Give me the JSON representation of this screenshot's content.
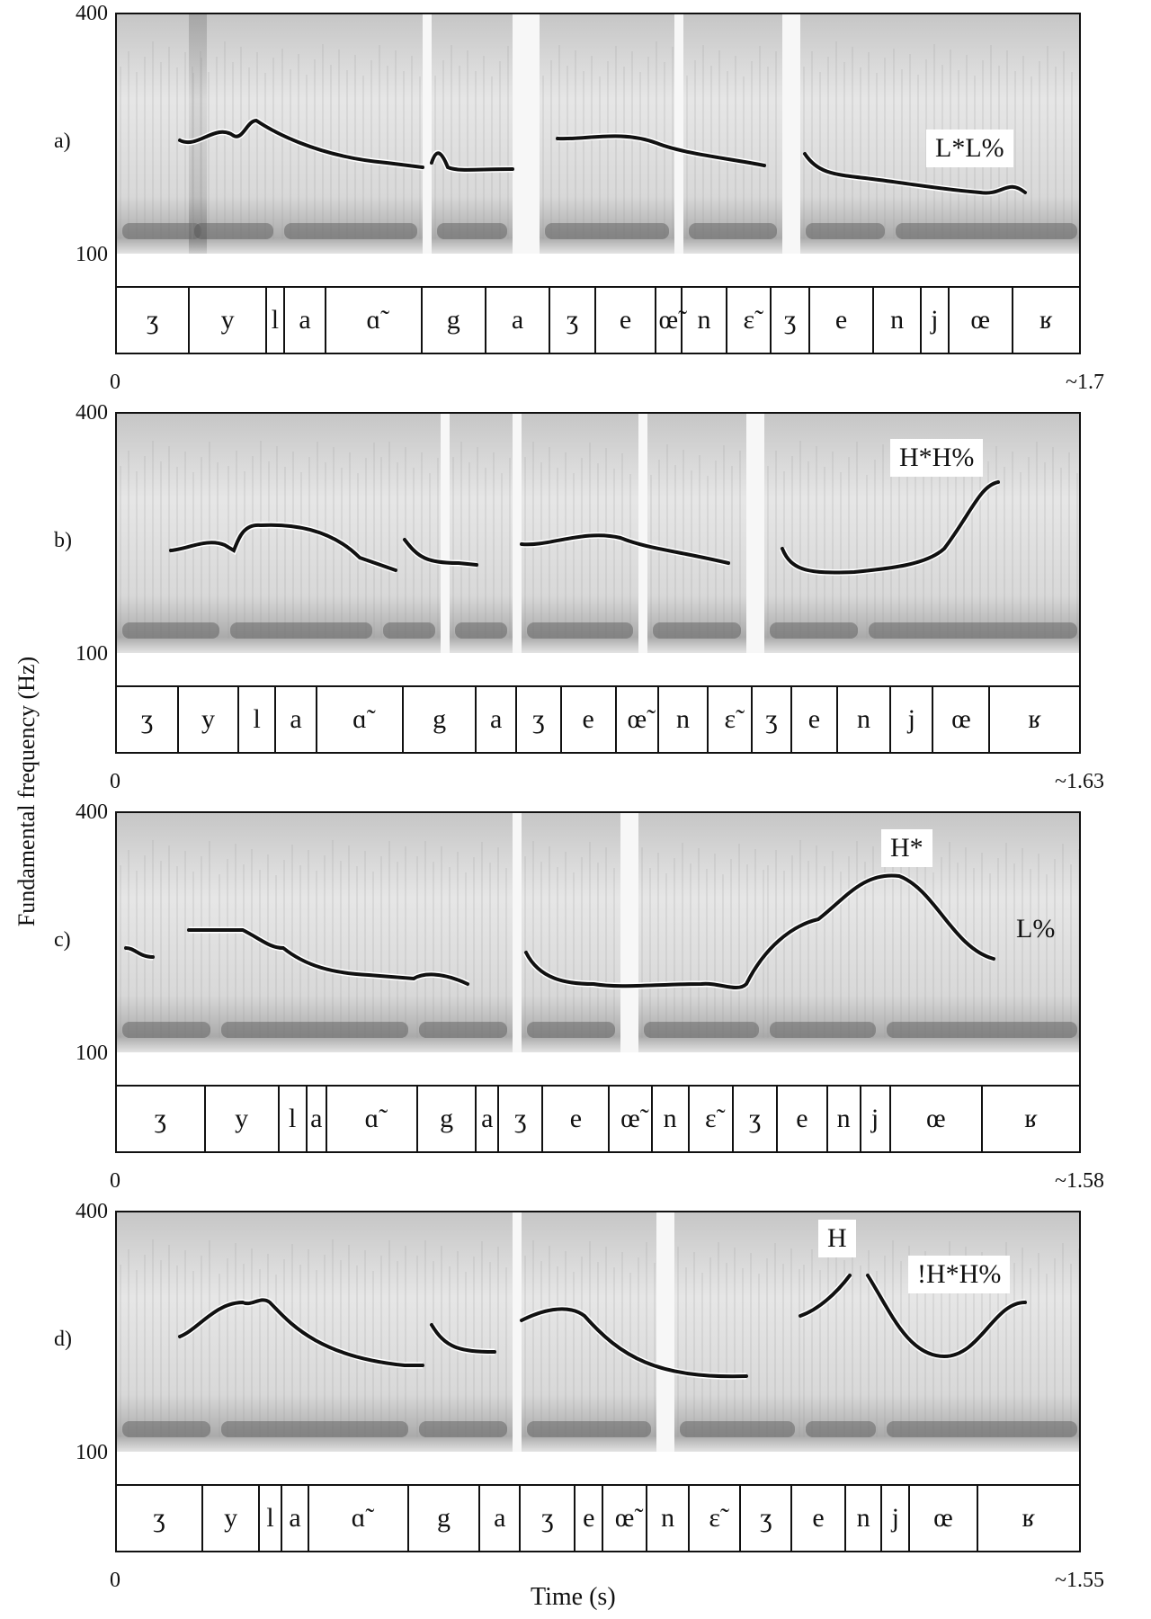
{
  "axis": {
    "y_label": "Fundamental frequency (Hz)",
    "x_label": "Time (s)",
    "y_top": "400",
    "y_bottom": "100",
    "x_start": "0"
  },
  "colors": {
    "contour": "#111111",
    "spectrogram": "#6b6b6b"
  },
  "panels": [
    {
      "label": "a)",
      "x_end": "~1.7",
      "tone_labels": [
        {
          "text": "L*L%"
        }
      ],
      "segments": [
        "ʒ",
        "y",
        "l",
        "a",
        "ɑ̃",
        "g",
        "a",
        "ʒ",
        "e",
        "œ̃",
        "n",
        "ɛ̃",
        "ʒ",
        "e",
        "n",
        "j",
        "œ",
        "ʁ"
      ]
    },
    {
      "label": "b)",
      "x_end": "~1.63",
      "tone_labels": [
        {
          "text": "H*H%"
        }
      ],
      "segments": [
        "ʒ",
        "y",
        "l",
        "a",
        "ɑ̃",
        "g",
        "a",
        "ʒ",
        "e",
        "œ̃",
        "n",
        "ɛ̃",
        "ʒ",
        "e",
        "n",
        "j",
        "œ",
        "ʁ"
      ]
    },
    {
      "label": "c)",
      "x_end": "~1.58",
      "tone_labels": [
        {
          "text": "H*"
        },
        {
          "text": "L%"
        }
      ],
      "segments": [
        "ʒ",
        "y",
        "l",
        "a",
        "ɑ̃",
        "g",
        "a",
        "ʒ",
        "e",
        "œ̃",
        "n",
        "ɛ̃",
        "ʒ",
        "e",
        "n",
        "j",
        "œ",
        "ʁ"
      ]
    },
    {
      "label": "d)",
      "x_end": "~1.55",
      "tone_labels": [
        {
          "text": "H"
        },
        {
          "text": "!H*H%"
        }
      ],
      "segments": [
        "ʒ",
        "y",
        "l",
        "a",
        "ɑ̃",
        "g",
        "a",
        "ʒ",
        "e",
        "œ̃",
        "n",
        "ɛ̃",
        "ʒ",
        "e",
        "n",
        "j",
        "œ",
        "ʁ"
      ]
    }
  ]
}
